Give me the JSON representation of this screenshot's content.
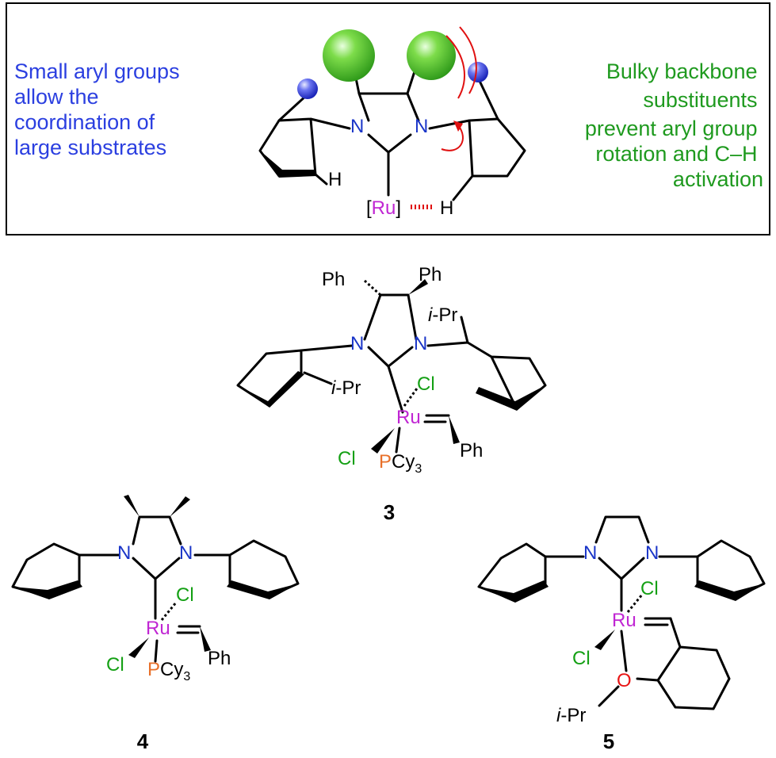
{
  "colors": {
    "nitrogen": "#1a35c8",
    "ruthenium": "#c026d3",
    "chlorine": "#14a014",
    "phosphorus": "#e8702a",
    "oxygen": "#e81414",
    "highlight_red": "#e01010",
    "note_left": "#2b3fe0",
    "note_right": "#1f9a1f"
  },
  "panel": {
    "note_left": [
      "Small aryl groups",
      "allow the",
      "coordination of",
      "large substrates"
    ],
    "note_right": [
      "Bulky backbone",
      "substituents",
      "prevent aryl group",
      "rotation and C–H",
      "activation"
    ],
    "ru_label": "[Ru]",
    "h_interaction": "H",
    "h_ortho": "H",
    "n_left": "N",
    "n_right": "N"
  },
  "compound3": {
    "label": "3",
    "ph_left": "Ph",
    "ph_right": "Ph",
    "ipr_top": "i-Pr",
    "ipr_bottom": "i-Pr",
    "n_left": "N",
    "n_right": "N",
    "ru": "Ru",
    "cl_top": "Cl",
    "cl_bottom": "Cl",
    "p": "P",
    "cy3": "Cy",
    "cy3_sub": "3",
    "ph_carbene": "Ph"
  },
  "compound4": {
    "label": "4",
    "n_left": "N",
    "n_right": "N",
    "ru": "Ru",
    "cl_top": "Cl",
    "cl_bottom": "Cl",
    "p": "P",
    "cy3": "Cy",
    "cy3_sub": "3",
    "ph_carbene": "Ph"
  },
  "compound5": {
    "label": "5",
    "n_left": "N",
    "n_right": "N",
    "ru": "Ru",
    "cl_top": "Cl",
    "cl_bottom": "Cl",
    "o": "O",
    "ipr": "i-Pr"
  }
}
